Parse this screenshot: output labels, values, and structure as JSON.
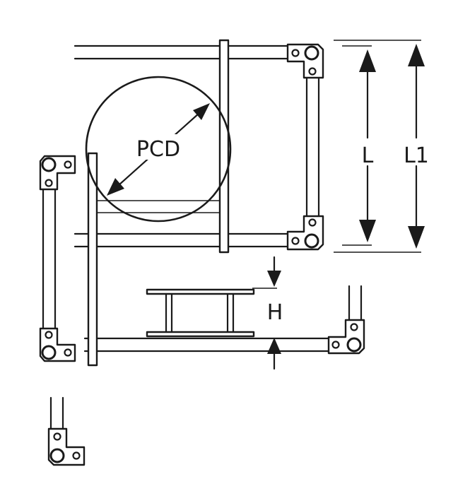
{
  "labels": {
    "pcd": "PCD",
    "l": "L",
    "l1": "L1",
    "h": "H"
  },
  "colors": {
    "line": "#1a1a1a",
    "background": "#ffffff"
  }
}
